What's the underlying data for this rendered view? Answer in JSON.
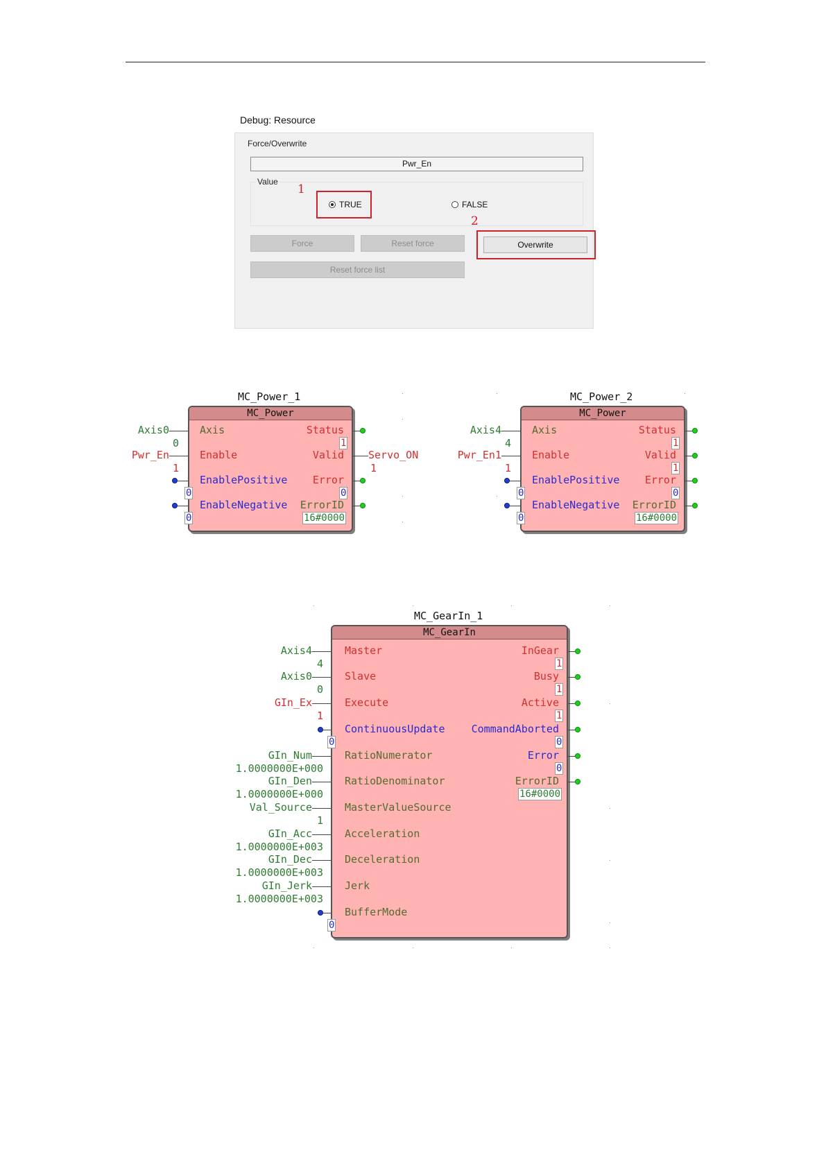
{
  "dialog": {
    "title": "Debug: Resource",
    "group_label": "Force/Overwrite",
    "variable": "Pwr_En",
    "value_label": "Value",
    "radio_true": "TRUE",
    "radio_false": "FALSE",
    "selected": "TRUE",
    "buttons": {
      "force": "Force",
      "reset_force": "Reset force",
      "overwrite": "Overwrite",
      "reset_force_list": "Reset force list"
    },
    "annotation_1": "1",
    "annotation_2": "2",
    "highlight_color": "#d0202a"
  },
  "colors": {
    "block_fill": "#ffb3b3",
    "block_header": "#d48b8b",
    "output_pin": "#1fcf1f",
    "input_pin_unconnected": "#1f3fcf"
  },
  "power1": {
    "instance": "MC_Power_1",
    "type": "MC_Power",
    "inputs": [
      {
        "pin": "Axis",
        "var": "Axis0",
        "val": "0"
      },
      {
        "pin": "Enable",
        "var": "Pwr_En",
        "val": "1"
      },
      {
        "pin": "EnablePositive",
        "var": "",
        "val": "0"
      },
      {
        "pin": "EnableNegative",
        "var": "",
        "val": "0"
      }
    ],
    "outputs": [
      {
        "pin": "Status",
        "var": "",
        "val": "1"
      },
      {
        "pin": "Valid",
        "var": "Servo_ON",
        "val": "1"
      },
      {
        "pin": "Error",
        "var": "",
        "val": "0"
      },
      {
        "pin": "ErrorID",
        "var": "",
        "val": "16#0000"
      }
    ]
  },
  "power2": {
    "instance": "MC_Power_2",
    "type": "MC_Power",
    "inputs": [
      {
        "pin": "Axis",
        "var": "Axis4",
        "val": "4"
      },
      {
        "pin": "Enable",
        "var": "Pwr_En1",
        "val": "1"
      },
      {
        "pin": "EnablePositive",
        "var": "",
        "val": "0"
      },
      {
        "pin": "EnableNegative",
        "var": "",
        "val": "0"
      }
    ],
    "outputs": [
      {
        "pin": "Status",
        "val": "1"
      },
      {
        "pin": "Valid",
        "val": "1"
      },
      {
        "pin": "Error",
        "val": "0"
      },
      {
        "pin": "ErrorID",
        "val": "16#0000"
      }
    ]
  },
  "gearin": {
    "instance": "MC_GearIn_1",
    "type": "MC_GearIn",
    "inputs": [
      {
        "pin": "Master",
        "var": "Axis4",
        "val": "4"
      },
      {
        "pin": "Slave",
        "var": "Axis0",
        "val": "0"
      },
      {
        "pin": "Execute",
        "var": "GIn_Ex",
        "val": "1"
      },
      {
        "pin": "ContinuousUpdate",
        "var": "",
        "val": "0"
      },
      {
        "pin": "RatioNumerator",
        "var": "GIn_Num",
        "val": "1.0000000E+000"
      },
      {
        "pin": "RatioDenominator",
        "var": "GIn_Den",
        "val": "1.0000000E+000"
      },
      {
        "pin": "MasterValueSource",
        "var": "Val_Source",
        "val": "1"
      },
      {
        "pin": "Acceleration",
        "var": "GIn_Acc",
        "val": "1.0000000E+003"
      },
      {
        "pin": "Deceleration",
        "var": "GIn_Dec",
        "val": "1.0000000E+003"
      },
      {
        "pin": "Jerk",
        "var": "GIn_Jerk",
        "val": "1.0000000E+003"
      },
      {
        "pin": "BufferMode",
        "var": "",
        "val": "0"
      }
    ],
    "outputs": [
      {
        "pin": "InGear",
        "val": "1"
      },
      {
        "pin": "Busy",
        "val": "1"
      },
      {
        "pin": "Active",
        "val": "1"
      },
      {
        "pin": "CommandAborted",
        "val": "0"
      },
      {
        "pin": "Error",
        "val": "0"
      },
      {
        "pin": "ErrorID",
        "val": "16#0000"
      }
    ]
  }
}
